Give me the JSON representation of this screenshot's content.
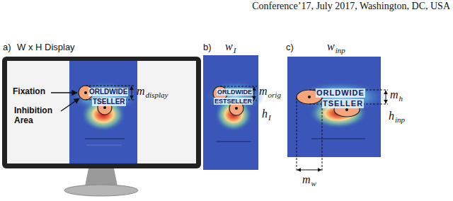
{
  "diagram": {
    "labels": [
      "Conference’17, July 2017, Washington, DC, USA",
      "a)",
      "W x H Display",
      "Fixation",
      "Inhibition Area",
      "m",
      "display",
      "ORLDWIDE",
      "TSELLER",
      "b)",
      "w",
      "I",
      "m",
      "orig",
      "h",
      "I",
      "ORLDWIDE",
      "ESTSELLER",
      "c)",
      "w",
      "inp",
      "m",
      "h",
      "h",
      "inp",
      "m",
      "w",
      "ORLDWIDE",
      "TSELLER"
    ]
  }
}
